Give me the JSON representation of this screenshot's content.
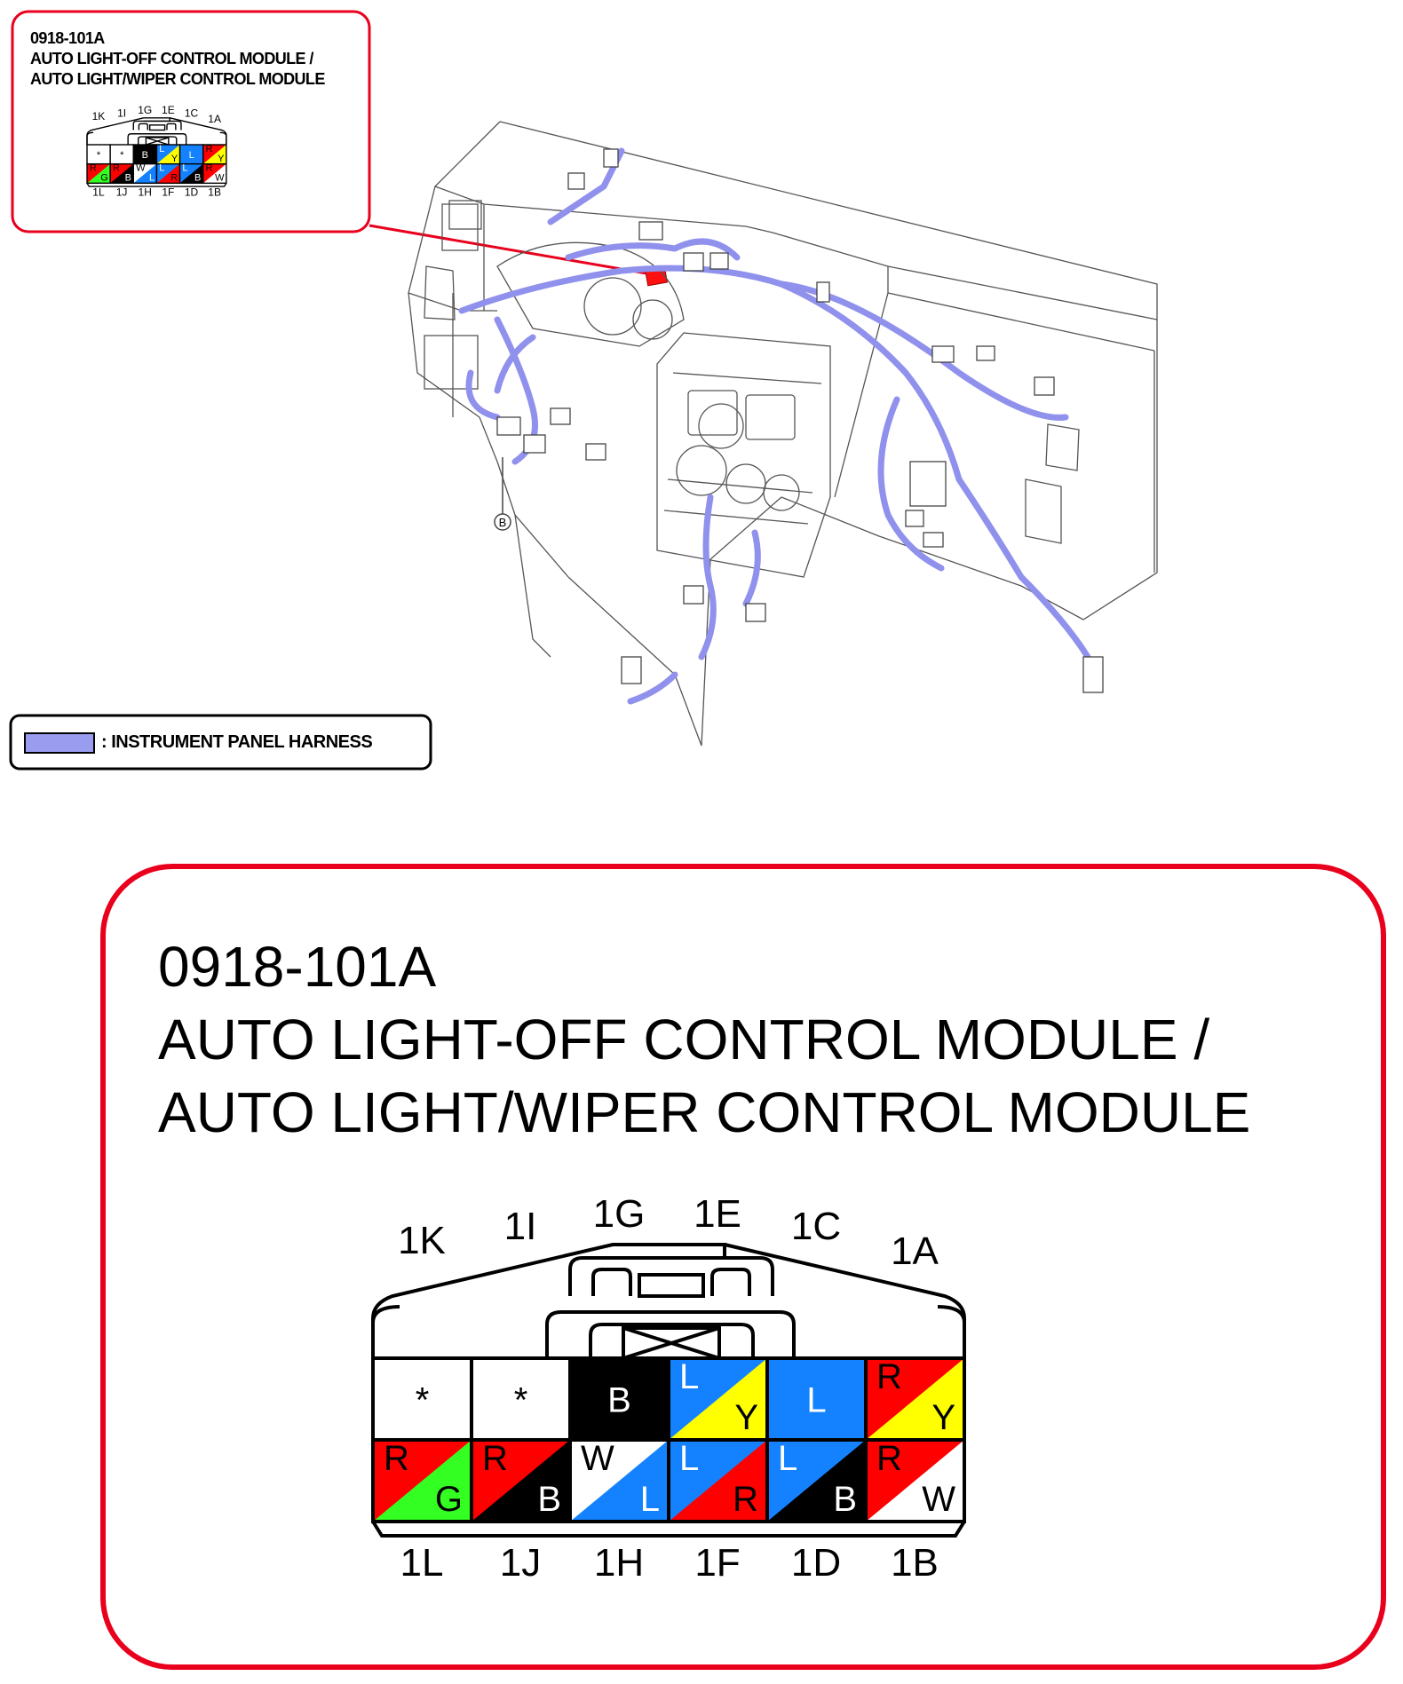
{
  "connector_code": "0918-101A",
  "module_line_1": "AUTO LIGHT-OFF CONTROL MODULE /",
  "module_line_2": "AUTO LIGHT/WIPER CONTROL MODULE",
  "legend": {
    "label": ": INSTRUMENT PANEL HARNESS",
    "color": "#9a9cf0"
  },
  "ground_marker": "B",
  "colors": {
    "frame_red": "#e8001c",
    "W": "#ffffff",
    "B": "#000000",
    "L": "#1482ff",
    "Y": "#ffff00",
    "R": "#ff0000",
    "G": "#33ff22"
  },
  "connector": {
    "top_row_labels": [
      "1K",
      "1I",
      "1G",
      "1E",
      "1C",
      "1A"
    ],
    "bottom_row_labels": [
      "1L",
      "1J",
      "1H",
      "1F",
      "1D",
      "1B"
    ],
    "rows": [
      [
        {
          "pin": "1K",
          "text": "*",
          "base": "W"
        },
        {
          "pin": "1I",
          "text": "*",
          "base": "W"
        },
        {
          "pin": "1G",
          "text": "B",
          "base": "B"
        },
        {
          "pin": "1E",
          "text": "L",
          "base": "L",
          "stripe": "Y",
          "stripe_text": "Y"
        },
        {
          "pin": "1C",
          "text": "L",
          "base": "L"
        },
        {
          "pin": "1A",
          "text": "R",
          "base": "R",
          "stripe": "Y",
          "stripe_text": "Y"
        }
      ],
      [
        {
          "pin": "1L",
          "text": "R",
          "base": "R",
          "stripe": "G",
          "stripe_text": "G"
        },
        {
          "pin": "1J",
          "text": "R",
          "base": "R",
          "stripe": "B",
          "stripe_text": "B"
        },
        {
          "pin": "1H",
          "text": "W",
          "base": "W",
          "stripe": "L",
          "stripe_text": "L"
        },
        {
          "pin": "1F",
          "text": "L",
          "base": "L",
          "stripe": "R",
          "stripe_text": "R"
        },
        {
          "pin": "1D",
          "text": "L",
          "base": "L",
          "stripe": "B",
          "stripe_text": "B"
        },
        {
          "pin": "1B",
          "text": "R",
          "base": "R",
          "stripe": "W",
          "stripe_text": "W"
        }
      ]
    ]
  }
}
